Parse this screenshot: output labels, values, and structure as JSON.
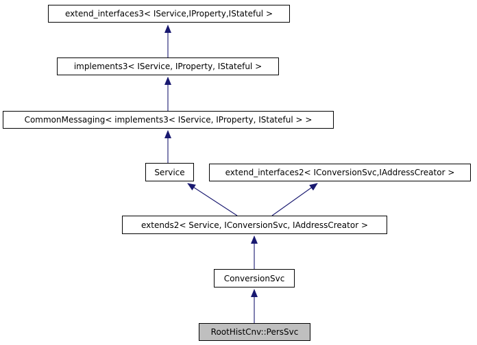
{
  "diagram": {
    "type": "class-inheritance-graph",
    "nodes": [
      {
        "label": "extend_interfaces3< IService,IProperty,IStateful >",
        "highlighted": false
      },
      {
        "label": "implements3< IService, IProperty, IStateful >",
        "highlighted": false
      },
      {
        "label": "CommonMessaging< implements3< IService, IProperty, IStateful > >",
        "highlighted": false
      },
      {
        "label": "Service",
        "highlighted": false
      },
      {
        "label": "extend_interfaces2< IConversionSvc,IAddressCreator >",
        "highlighted": false
      },
      {
        "label": "extends2< Service, IConversionSvc, IAddressCreator >",
        "highlighted": false
      },
      {
        "label": "ConversionSvc",
        "highlighted": false
      },
      {
        "label": "RootHistCnv::PersSvc",
        "highlighted": true
      }
    ],
    "edges": [
      {
        "from": "implements3< IService, IProperty, IStateful >",
        "to": "extend_interfaces3< IService,IProperty,IStateful >"
      },
      {
        "from": "CommonMessaging< implements3< IService, IProperty, IStateful > >",
        "to": "implements3< IService, IProperty, IStateful >"
      },
      {
        "from": "Service",
        "to": "CommonMessaging< implements3< IService, IProperty, IStateful > >"
      },
      {
        "from": "extends2< Service, IConversionSvc, IAddressCreator >",
        "to": "Service"
      },
      {
        "from": "extends2< Service, IConversionSvc, IAddressCreator >",
        "to": "extend_interfaces2< IConversionSvc,IAddressCreator >"
      },
      {
        "from": "ConversionSvc",
        "to": "extends2< Service, IConversionSvc, IAddressCreator >"
      },
      {
        "from": "RootHistCnv::PersSvc",
        "to": "ConversionSvc"
      }
    ],
    "colors": {
      "arrow": "#191970",
      "node_border": "#000000",
      "node_fill": "#ffffff",
      "highlight_fill": "#bfbfbf",
      "text": "#000000",
      "background": "#ffffff"
    }
  }
}
